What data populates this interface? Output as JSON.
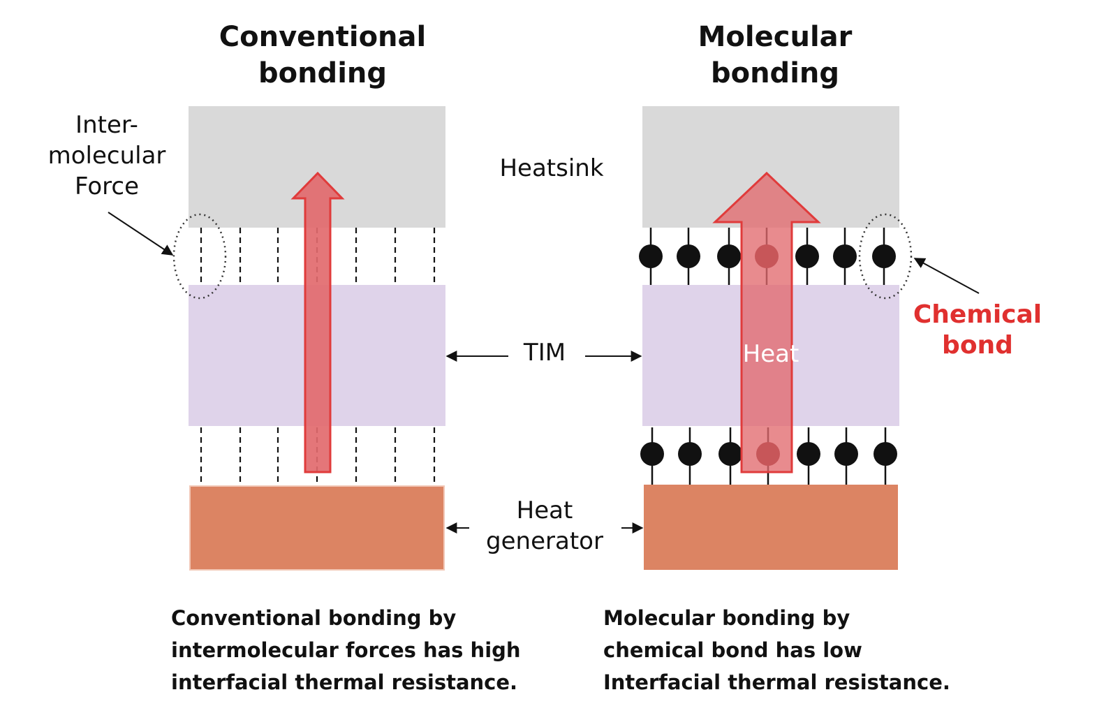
{
  "panels": {
    "conventional": {
      "title_line1": "Conventional",
      "title_line2": "bonding",
      "caption_line1": "Conventional bonding by",
      "caption_line2": "intermolecular forces has high",
      "caption_line3": "interfacial thermal resistance."
    },
    "molecular": {
      "title_line1": "Molecular",
      "title_line2": "bonding",
      "caption_line1": "Molecular bonding by",
      "caption_line2": "chemical bond has low",
      "caption_line3": "Interfacial thermal resistance.",
      "heat_label": "Heat"
    }
  },
  "labels": {
    "intermolecular_line1": "Inter-",
    "intermolecular_line2": "molecular",
    "intermolecular_line3": "Force",
    "heatsink": "Heatsink",
    "tim": "TIM",
    "heat_generator_line1": "Heat",
    "heat_generator_line2": "generator",
    "chemical_bond_line1": "Chemical",
    "chemical_bond_line2": "bond"
  },
  "colors": {
    "heatsink": "#d9d9d9",
    "tim": "#dfd3ea",
    "heat_generator": "#dc8463",
    "arrow_fill": "#e26a6e",
    "arrow_stroke": "#e03b3b",
    "accent_red": "#e0302f",
    "molecule": "#111111",
    "molecule_highlight": "#6b1010"
  }
}
